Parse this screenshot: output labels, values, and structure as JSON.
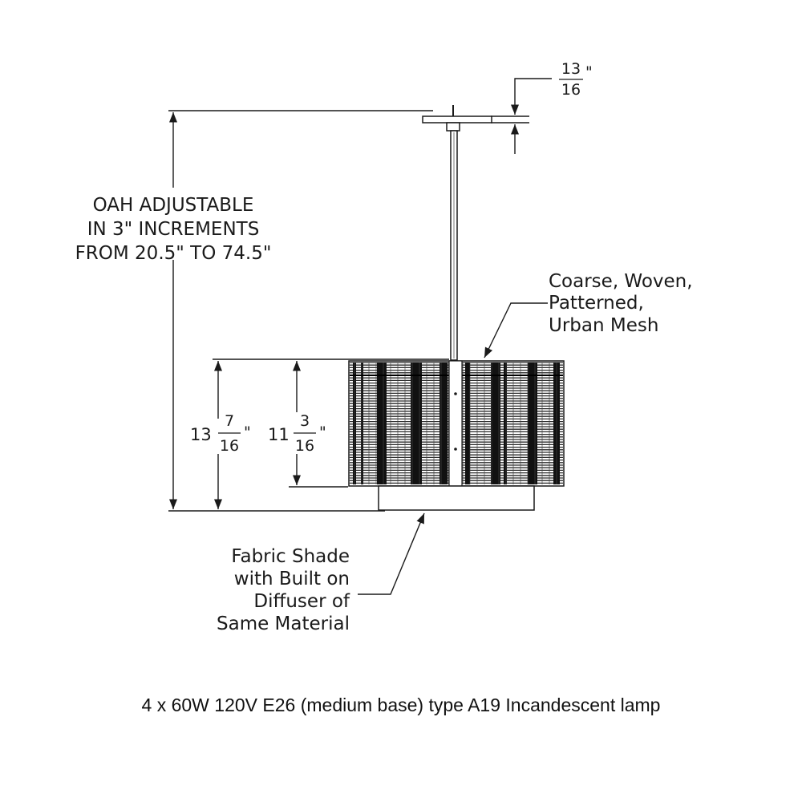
{
  "drawing": {
    "canopy_fraction": {
      "num": "13",
      "den": "16",
      "unit": "\""
    },
    "oah_label": {
      "line1": "OAH ADJUSTABLE",
      "line2": "IN 3\" INCREMENTS",
      "line3": "FROM 20.5\" TO 74.5\""
    },
    "mesh_label": {
      "line1": "Coarse, Woven,",
      "line2": "Patterned,",
      "line3": "Urban Mesh"
    },
    "height_total": {
      "whole": "13",
      "num": "7",
      "den": "16",
      "unit": "\""
    },
    "height_shade": {
      "whole": "11",
      "num": "3",
      "den": "16",
      "unit": "\""
    },
    "shade_label": {
      "line1": "Fabric Shade",
      "line2": "with Built on",
      "line3": "Diffuser of",
      "line4": "Same Material"
    }
  },
  "caption": "4 x 60W 120V E26 (medium base) type A19 Incandescent lamp",
  "colors": {
    "line": "#1a1a1a",
    "mesh": "#2a2a2a"
  }
}
